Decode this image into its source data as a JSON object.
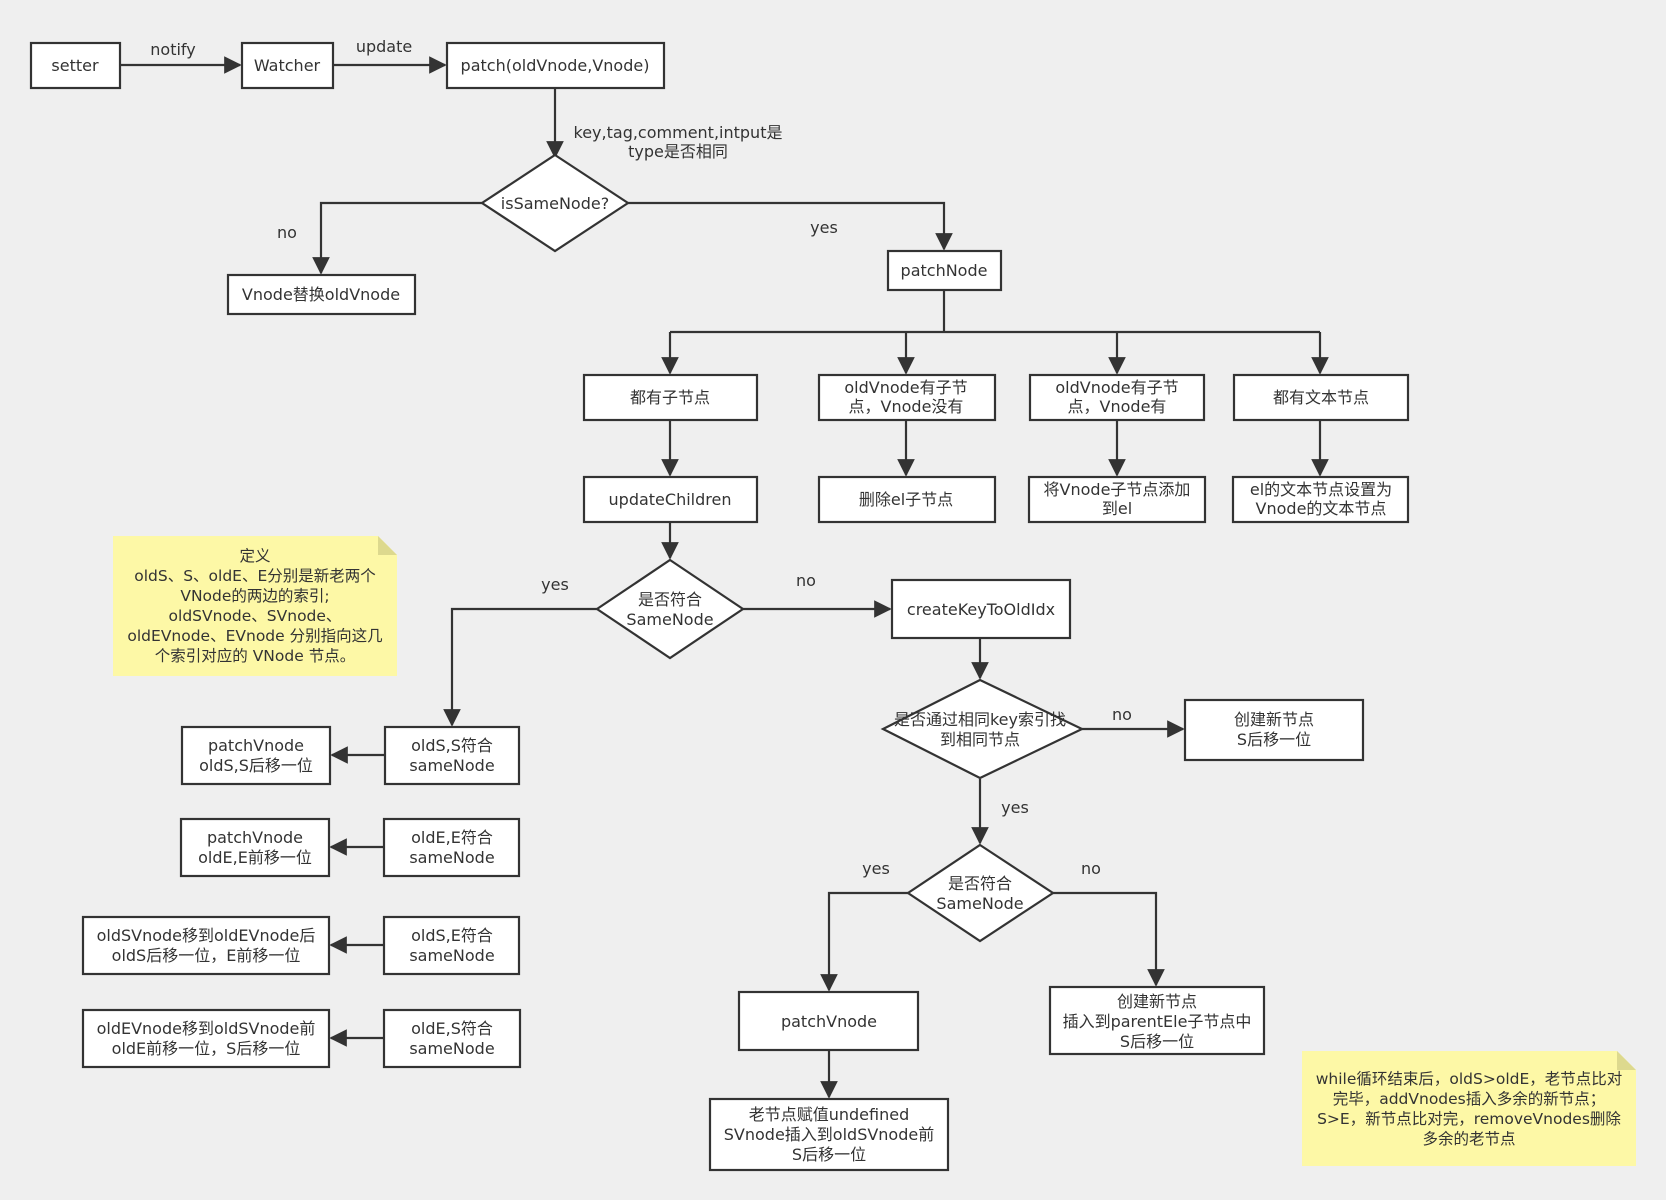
{
  "nodes": {
    "setter": "setter",
    "watcher": "Watcher",
    "patch": "patch(oldVnode,Vnode)",
    "is_same_node": "isSameNode?",
    "replace": "Vnode替换oldVnode",
    "patch_node": "patchNode",
    "both_children": "都有子节点",
    "old_only_1": "oldVnode有子节",
    "old_only_2": "点，Vnode没有",
    "new_only_1": "oldVnode有子节",
    "new_only_2": "点，Vnode有",
    "both_text": "都有文本节点",
    "update_children": "updateChildren",
    "remove_children": "删除el子节点",
    "add_children_1": "将Vnode子节点添加",
    "add_children_2": "到el",
    "set_text_1": "el的文本节点设置为",
    "set_text_2": "Vnode的文本节点",
    "match_1": "是否符合",
    "match_2": "SameNode",
    "create_key_to_old_idx": "createKeyToOldIdx",
    "found_by_key_1": "是否通过相同key索引找",
    "found_by_key_2": "到相同节点",
    "create_new_a_1": "创建新节点",
    "create_new_a_2": "S后移一位",
    "match2_1": "是否符合",
    "match2_2": "SameNode",
    "patch_vnode_right": "patchVnode",
    "create_new_b_1": "创建新节点",
    "create_new_b_2": "插入到parentEle子节点中",
    "create_new_b_3": "S后移一位",
    "old_undefined_1": "老节点赋值undefined",
    "old_undefined_2": "SVnode插入到oldSVnode前",
    "old_undefined_3": "S后移一位",
    "cond1_1": "oldS,S符合",
    "cond1_2": "sameNode",
    "act1_1": "patchVnode",
    "act1_2": "oldS,S后移一位",
    "cond2_1": "oldE,E符合",
    "cond2_2": "sameNode",
    "act2_1": "patchVnode",
    "act2_2": "oldE,E前移一位",
    "cond3_1": "oldS,E符合",
    "cond3_2": "sameNode",
    "act3_1": "oldSVnode移到oldEVnode后",
    "act3_2": "oldS后移一位，E前移一位",
    "cond4_1": "oldE,S符合",
    "cond4_2": "sameNode",
    "act4_1": "oldEVnode移到oldSVnode前",
    "act4_2": "oldE前移一位，S后移一位"
  },
  "labels": {
    "notify": "notify",
    "update": "update",
    "key_compare_1": "key,tag,comment,intput是",
    "key_compare_2": "type是否相同",
    "no_1": "no",
    "yes_1": "yes",
    "yes_2": "yes",
    "no_2": "no",
    "no_3": "no",
    "yes_3": "yes",
    "yes_4": "yes",
    "no_4": "no"
  },
  "notes": {
    "definition": [
      "定义",
      "oldS、S、oldE、E分别是新老两个",
      "VNode的两边的索引;",
      "oldSVnode、SVnode、",
      "oldEVnode、EVnode 分别指向这几",
      "个索引对应的 VNode 节点。"
    ],
    "loop_end": [
      "while循环结束后，oldS>oldE，老节点比对",
      "完毕，addVnodes插入多余的新节点；",
      "S>E，新节点比对完，removeVnodes删除",
      "多余的老节点"
    ]
  },
  "colors": {
    "background": "#efefef",
    "stroke": "#333333",
    "note": "#fdf8a6"
  }
}
